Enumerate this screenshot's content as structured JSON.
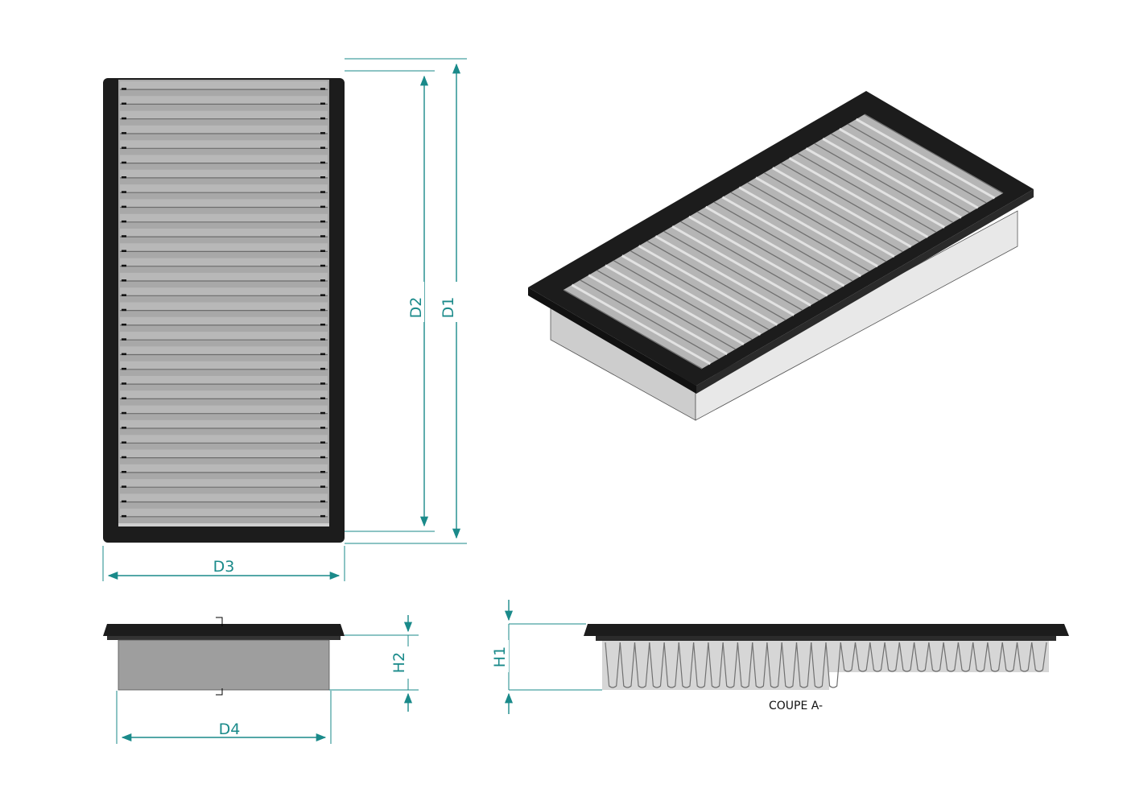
{
  "dimensions": {
    "d1": "D1",
    "d2": "D2",
    "d3": "D3",
    "d4": "D4",
    "h1": "H1",
    "h2": "H2"
  },
  "section_caption": "COUPE A-",
  "colors": {
    "dimension": "#1a8a8a",
    "frame": "#1c1c1c",
    "media": "#a9a9a9",
    "body_side": "#c9c9c9"
  },
  "views": [
    "top-view",
    "isometric-view",
    "front-view",
    "section-view"
  ]
}
